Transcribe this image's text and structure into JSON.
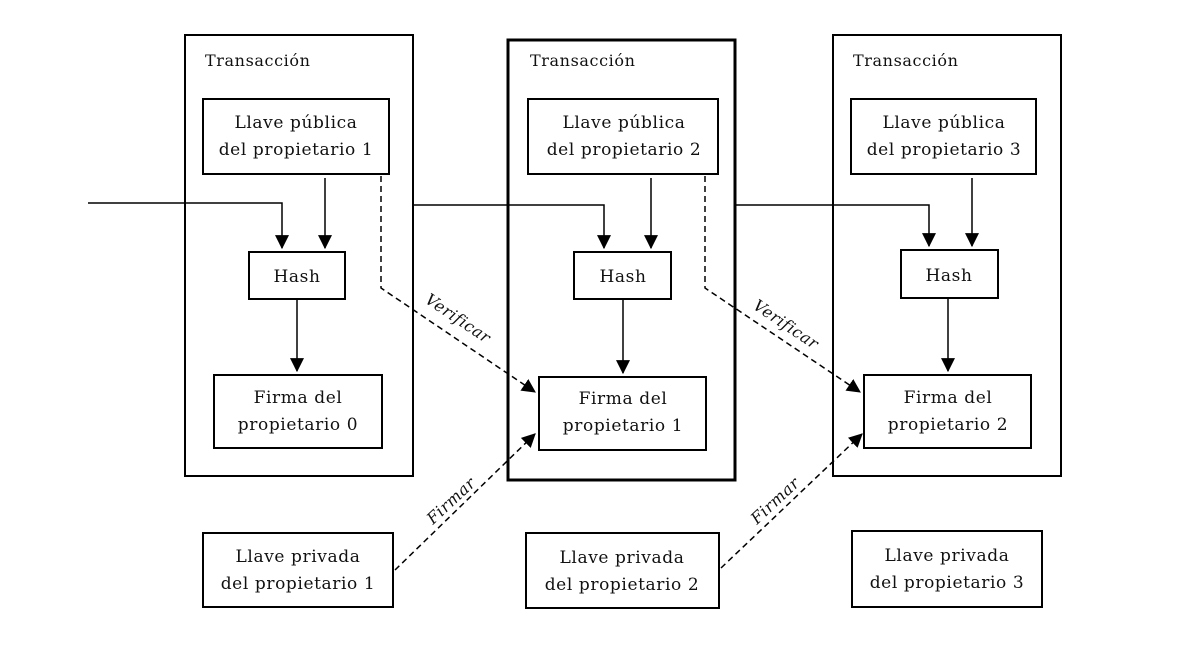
{
  "transactions": [
    {
      "title": "Transacción",
      "public_key": [
        "Llave pública",
        "del propietario 1"
      ],
      "hash": "Hash",
      "signature": [
        "Firma del",
        "propietario 0"
      ]
    },
    {
      "title": "Transacción",
      "public_key": [
        "Llave pública",
        "del propietario 2"
      ],
      "hash": "Hash",
      "signature": [
        "Firma del",
        "propietario 1"
      ]
    },
    {
      "title": "Transacción",
      "public_key": [
        "Llave pública",
        "del propietario 3"
      ],
      "hash": "Hash",
      "signature": [
        "Firma del",
        "propietario 2"
      ]
    }
  ],
  "private_keys": [
    [
      "Llave privada",
      "del propietario 1"
    ],
    [
      "Llave privada",
      "del propietario 2"
    ],
    [
      "Llave privada",
      "del propietario 3"
    ]
  ],
  "edge_labels": {
    "verify": "Verificar",
    "sign": "Firmar"
  }
}
